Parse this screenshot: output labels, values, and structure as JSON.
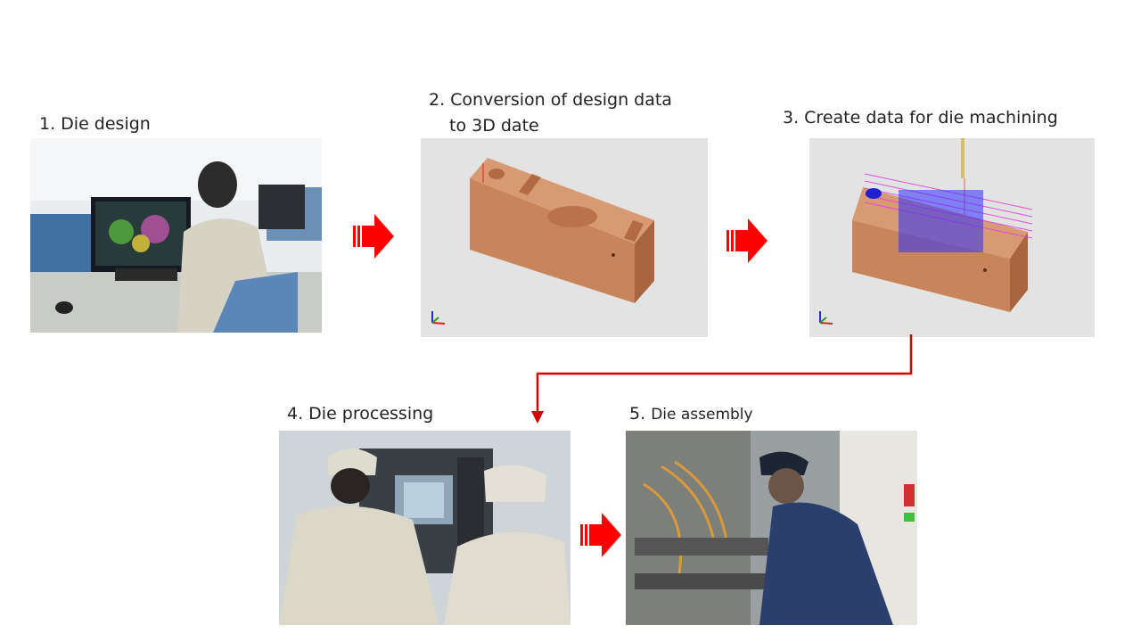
{
  "steps": {
    "step1": {
      "label": "1. Die design"
    },
    "step2": {
      "label_line1": "2. Conversion of design data",
      "label_line2": "to 3D date"
    },
    "step3": {
      "label": "3. Create data for die machining"
    },
    "step4": {
      "label": "4. Die processing"
    },
    "step5": {
      "number": "5.",
      "label": "Die assembly"
    }
  },
  "colors": {
    "arrow_red": "#ff0000",
    "connector_red": "#d40000",
    "cad_background": "#e3e3e3",
    "part_copper": "#c8855c",
    "toolpath_magenta": "#e040e0",
    "toolpath_blue": "#3030ff"
  },
  "icons": [
    "flow-arrow-icon",
    "axis-triad-icon"
  ]
}
